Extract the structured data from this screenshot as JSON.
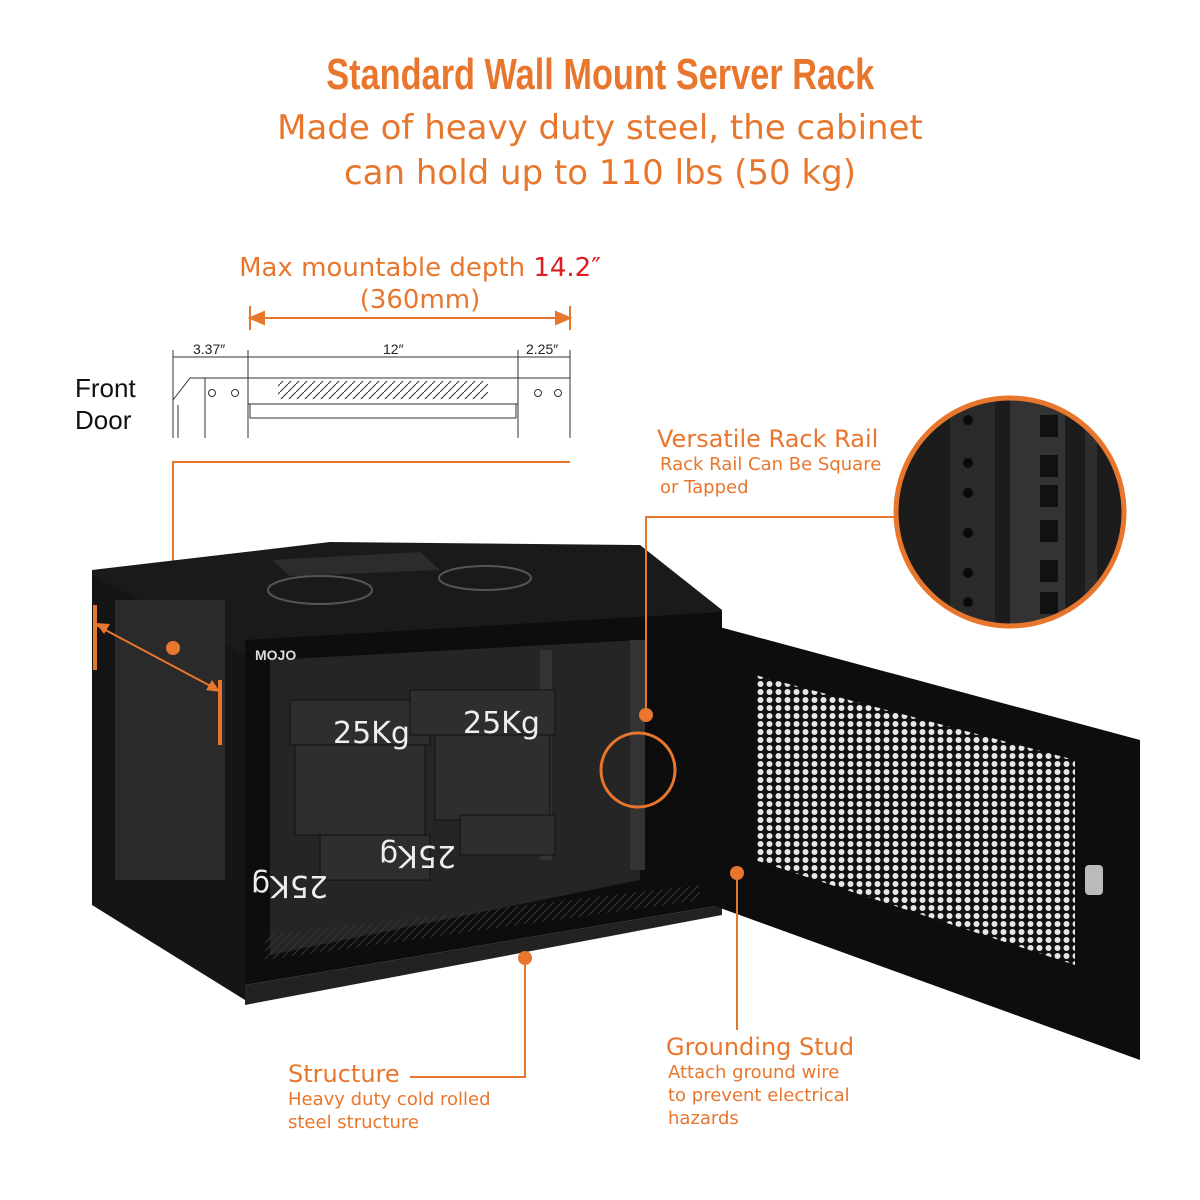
{
  "header": {
    "title": "Standard Wall Mount Server Rack",
    "subtitle_line1": "Made of heavy duty steel, the cabinet",
    "subtitle_line2": "can hold up to 110 lbs (50 kg)"
  },
  "depth": {
    "label": "Max mountable depth",
    "value": "14.2″",
    "metric": "(360mm)"
  },
  "dimensions": {
    "front": "3.37″",
    "middle": "12″",
    "rear": "2.25″",
    "front_label_1": "Front",
    "front_label_2": "Door"
  },
  "callouts": {
    "rail": {
      "title": "Versatile Rack Rail",
      "line1": "Rack Rail Can Be Square",
      "line2": "or Tapped"
    },
    "structure": {
      "title": "Structure",
      "line1": "Heavy duty cold rolled",
      "line2": "steel structure"
    },
    "ground": {
      "title": "Grounding Stud",
      "line1": "Attach ground wire",
      "line2": "to prevent electrical",
      "line3": "hazards"
    }
  },
  "product": {
    "brand": "MOJO",
    "weight_label": "25Kg"
  },
  "colors": {
    "accent": "#e8762d",
    "highlight": "#e01b22"
  }
}
